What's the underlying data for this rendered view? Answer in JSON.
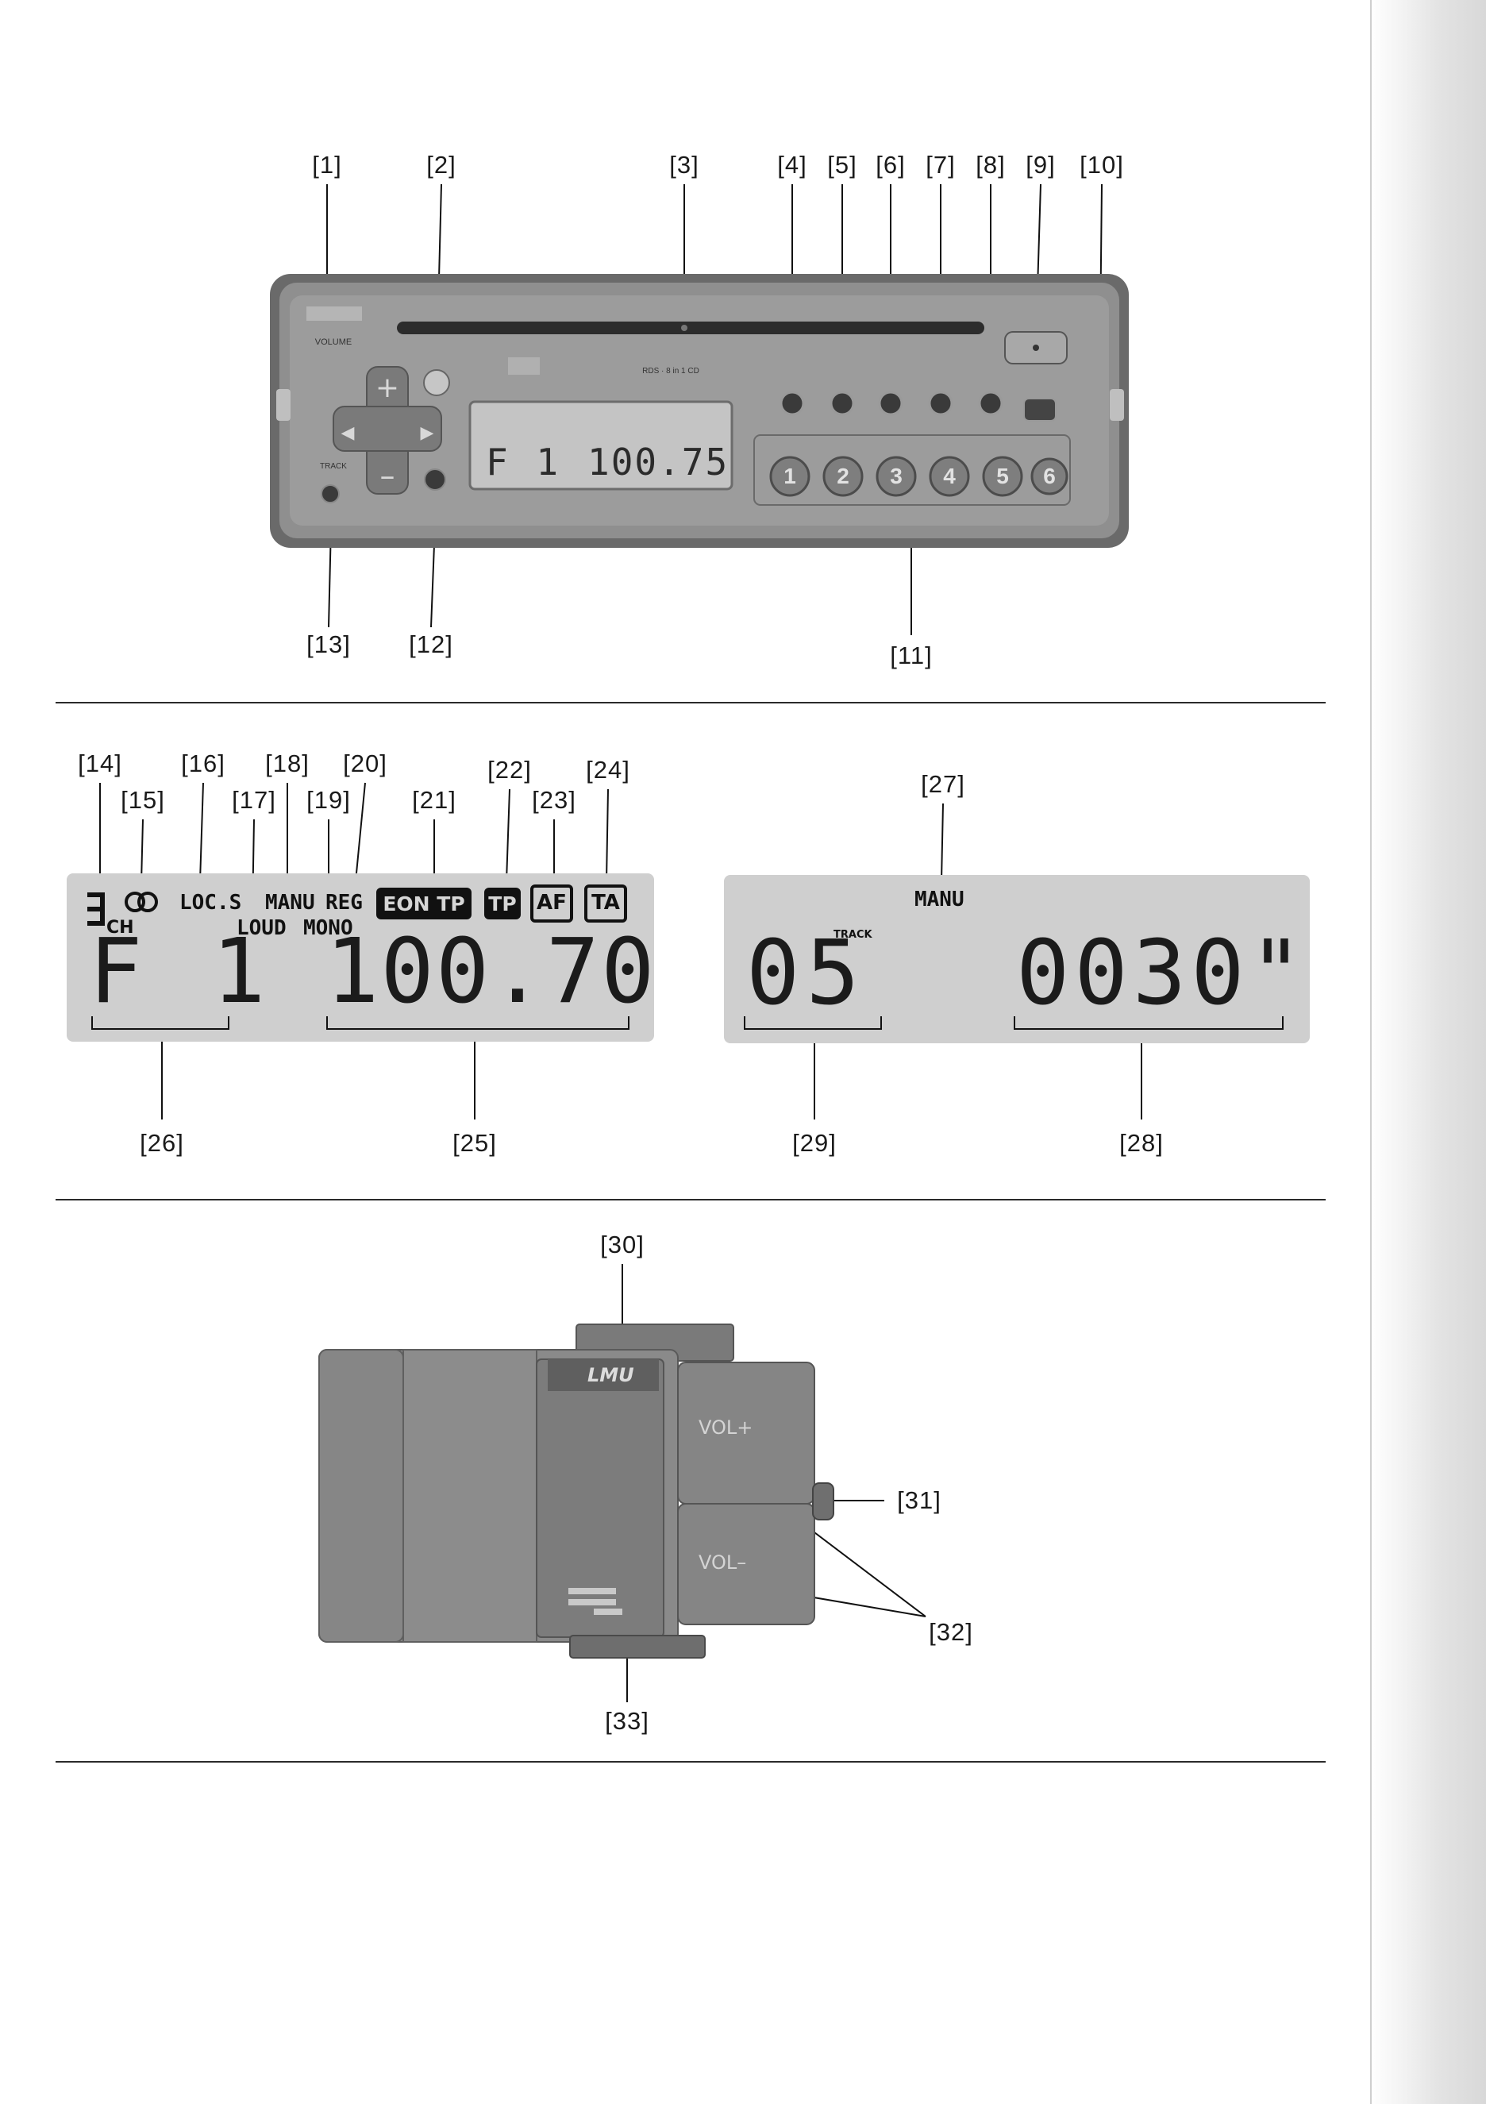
{
  "figure1": {
    "callouts": {
      "c1": "[1]",
      "c2": "[2]",
      "c3": "[3]",
      "c4": "[4]",
      "c5": "[5]",
      "c6": "[6]",
      "c7": "[7]",
      "c8": "[8]",
      "c9": "[9]",
      "c10": "[10]",
      "c11": "[11]",
      "c12": "[12]",
      "c13": "[13]"
    },
    "radio": {
      "lcd_line1": "F 1",
      "lcd_line2": "100.75",
      "preset_buttons": [
        "1",
        "2",
        "3",
        "4",
        "5",
        "6"
      ]
    }
  },
  "figure2": {
    "callouts": {
      "c14": "[14]",
      "c15": "[15]",
      "c16": "[16]",
      "c17": "[17]",
      "c18": "[18]",
      "c19": "[19]",
      "c20": "[20]",
      "c21": "[21]",
      "c22": "[22]",
      "c23": "[23]",
      "c24": "[24]",
      "c25": "[25]",
      "c26": "[26]"
    },
    "lcd": {
      "ch_label": "CH",
      "loc_s": "LOC.S",
      "manu": "MANU",
      "reg": "REG",
      "loud": "LOUD",
      "mono": "MONO",
      "eon_tp": "EON TP",
      "tp": "TP",
      "af": "AF",
      "ta": "TA",
      "band": "F 1",
      "frequency": "100.70"
    }
  },
  "figure3": {
    "callouts": {
      "c27": "[27]",
      "c28": "[28]",
      "c29": "[29]"
    },
    "lcd": {
      "manu": "MANU",
      "track_label": "TRACK",
      "track": "05",
      "time": "0030\""
    }
  },
  "figure4": {
    "callouts": {
      "c30": "[30]",
      "c31": "[31]",
      "c32": "[32]",
      "c33": "[33]"
    },
    "remote": {
      "brand": "LMU",
      "vol_plus": "VOL+",
      "vol_minus": "VOL–"
    }
  },
  "colors": {
    "unit_body": "#8c8c8c",
    "unit_dark": "#5e5e5e",
    "lcd": "#cfcfcf",
    "ink": "#1a1a1a"
  }
}
